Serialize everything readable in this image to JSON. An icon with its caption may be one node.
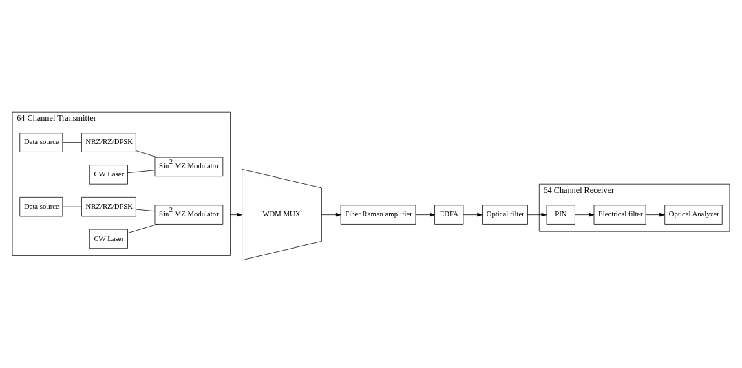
{
  "diagram": {
    "nodes": [
      {
        "text": [
          "64 Channel Transmitter"
        ]
      },
      {
        "text": [
          "Data source"
        ],
        "in": 0
      },
      {
        "text": [
          "NRZ/RZ/DPSK"
        ],
        "in": 0
      },
      {
        "text": [
          "CW Laser"
        ],
        "in": 0
      },
      {
        "text": [
          "Sin$^{2}$ MZ Modulator"
        ],
        "in": 0
      },
      {
        "text": [
          "Data source"
        ],
        "in": 0
      },
      {
        "text": [
          "NRZ/RZ/DPSK"
        ],
        "in": 0
      },
      {
        "text": [
          "CW Laser"
        ],
        "in": 0
      },
      {
        "text": [
          "Sin$^{2}$ MZ Modulator"
        ],
        "in": 0
      },
      {
        "text": [
          "WDM MUX"
        ]
      },
      {
        "text": [
          "Fiber Raman amplifier"
        ]
      },
      {
        "text": [
          "EDFA"
        ]
      },
      {
        "text": [
          "Optical filter"
        ]
      },
      {
        "text": [
          "64 Channel Receiver"
        ]
      },
      {
        "text": [
          "PIN"
        ],
        "in": 13
      },
      {
        "text": [
          "Electrical filter"
        ],
        "in": 13
      },
      {
        "text": [
          "Optical Analyzer"
        ],
        "in": 13
      }
    ],
    "edges": [
      {
        "from": 1,
        "to": 2,
        "arrow": "none"
      },
      {
        "from": 2,
        "to": 4,
        "arrow": "none"
      },
      {
        "from": 3,
        "to": 4,
        "arrow": "none"
      },
      {
        "from": 5,
        "to": 6,
        "arrow": "none"
      },
      {
        "from": 6,
        "to": 8,
        "arrow": "none"
      },
      {
        "from": 7,
        "to": 8,
        "arrow": "none"
      },
      {
        "from": 0,
        "to": 9,
        "arrow": "to"
      },
      {
        "from": 9,
        "to": 10,
        "arrow": "to"
      },
      {
        "from": 10,
        "to": 11,
        "arrow": "to"
      },
      {
        "from": 11,
        "to": 12,
        "arrow": "to"
      },
      {
        "from": 12,
        "to": 14,
        "arrow": "to"
      },
      {
        "from": 14,
        "to": 15,
        "arrow": "to"
      },
      {
        "from": 15,
        "to": 16,
        "arrow": "to"
      }
    ]
  }
}
